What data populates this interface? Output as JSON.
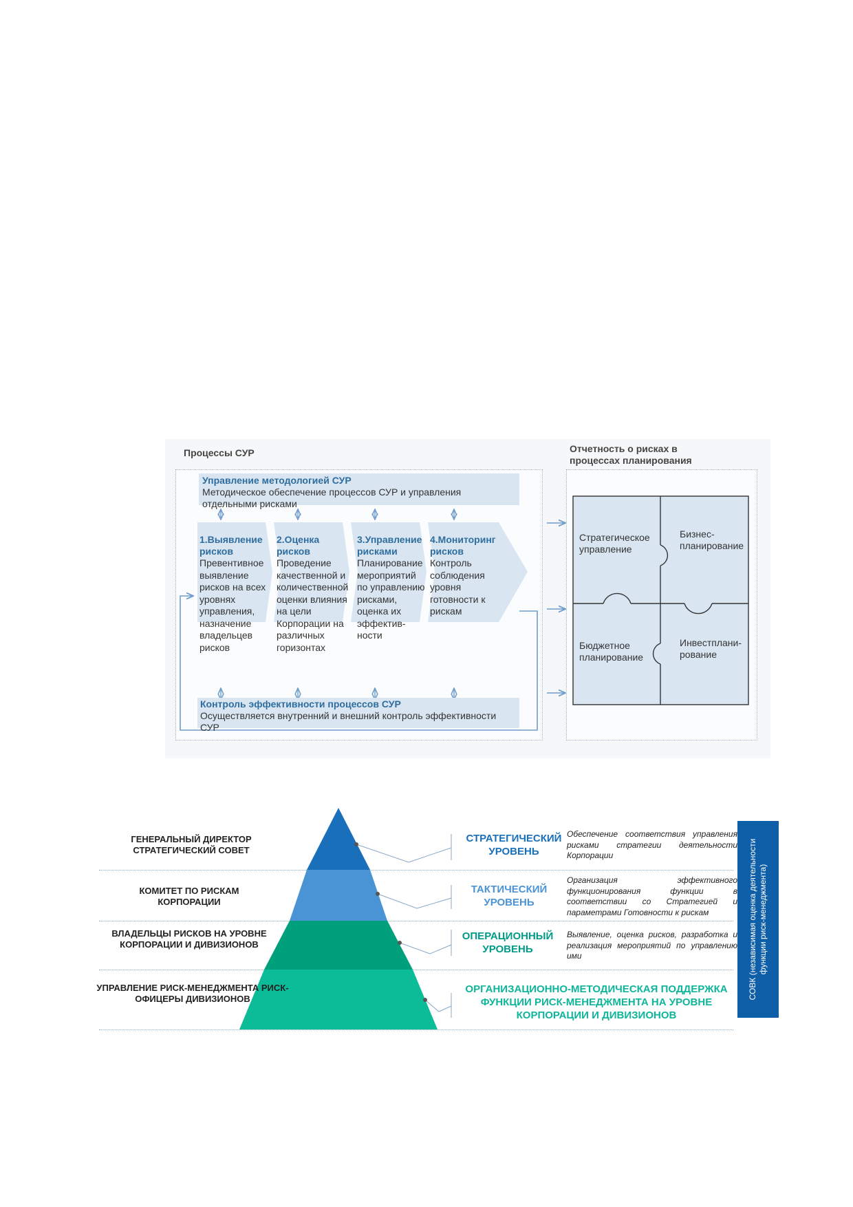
{
  "process_diagram": {
    "left_title": "Процессы СУР",
    "right_title": "Отчетность о рисках в процессах планирования",
    "methodology": {
      "title": "Управление методологией СУР",
      "text": "Методическое обеспечение процессов СУР и управления отдельными рисками"
    },
    "steps": [
      {
        "title": "1.Выявление рисков",
        "text": "Превентивное выявление рисков на всех уровнях управления, назначение владельцев рисков"
      },
      {
        "title": "2.Оценка рисков",
        "text": "Проведение качественной и количественной оценки влияния на цели Корпорации на различных горизонтах"
      },
      {
        "title": "3.Управление рисками",
        "text": "Планирование мероприятий по управлению рисками, оценка их эффектив-ности"
      },
      {
        "title": "4.Мониторинг рисков",
        "text": "Контроль соблюдения уровня готовности к рискам"
      }
    ],
    "control": {
      "title": "Контроль эффективности процессов СУР",
      "text": "Осуществляется внутренний и внешний контроль эффективности СУР"
    },
    "puzzle": [
      "Стратегическое управление",
      "Бизнес-планирование",
      "Бюджетное планирование",
      "Инвестплани-рование"
    ]
  },
  "pyramid": {
    "levels": [
      {
        "left": "ГЕНЕРАЛЬНЫЙ ДИРЕКТОР СТРАТЕГИЧЕСКИЙ СОВЕТ",
        "title": "СТРАТЕГИЧЕСКИЙ УРОВЕНЬ",
        "description": "Обеспечение соответствия управления рисками стратегии деятельности Корпорации",
        "color": "#1a6fbb",
        "title_color": "#1a6fbb"
      },
      {
        "left": "КОМИТЕТ ПО РИСКАМ КОРПОРАЦИИ",
        "title": "ТАКТИЧЕСКИЙ УРОВЕНЬ",
        "description": "Организация эффективного функционирования функции в соответствии со Стратегией и параметрами Готовности к рискам",
        "color": "#4a93d4",
        "title_color": "#4a93d4"
      },
      {
        "left": "ВЛАДЕЛЬЦЫ РИСКОВ НА УРОВНЕ КОРПОРАЦИИ И ДИВИЗИОНОВ",
        "title": "ОПЕРАЦИОННЫЙ УРОВЕНЬ",
        "description": "Выявление, оценка рисков, разработка и реализация мероприятий по управлению ими",
        "color": "#00a07d",
        "title_color": "#009a88"
      },
      {
        "left": "УПРАВЛЕНИЕ РИСК-МЕНЕДЖМЕНТА РИСК-ОФИЦЕРЫ ДИВИЗИОНОВ",
        "title": "ОРГАНИЗАЦИОННО-МЕТОДИЧЕСКАЯ ПОДДЕРЖКА ФУНКЦИИ РИСК-МЕНЕДЖМЕНТА НА УРОВНЕ КОРПОРАЦИИ И ДИВИЗИОНОВ",
        "color": "#0cbb98",
        "title_color": "#0fb59a"
      }
    ],
    "sovk": "СОВК (независимая оценка деятельности функции риск-менеджмента)"
  }
}
